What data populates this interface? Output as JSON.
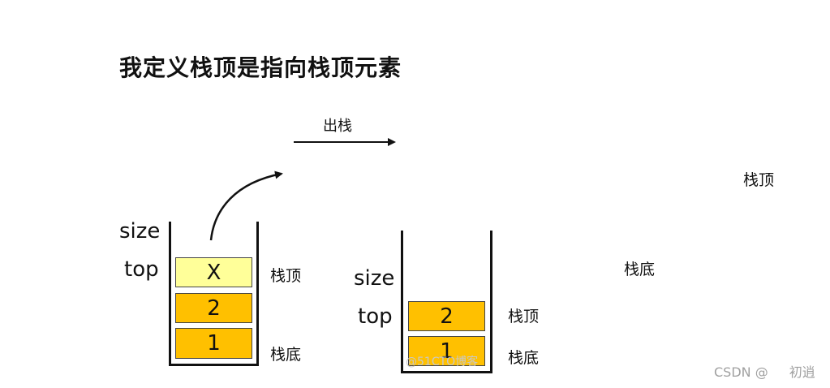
{
  "title": "我定义栈顶是指向栈顶元素",
  "operation_label": "出栈",
  "before": {
    "size_label": "size",
    "top_label": "top",
    "cells": [
      {
        "text": "X",
        "state": "empty"
      },
      {
        "text": "2",
        "state": "filled"
      },
      {
        "text": "1",
        "state": "filled"
      }
    ],
    "top_side_label": "栈顶",
    "bottom_side_label": "栈底"
  },
  "after": {
    "size_label": "size",
    "top_label": "top",
    "cells": [
      {
        "text": "2",
        "state": "filled"
      },
      {
        "text": "1",
        "state": "filled"
      }
    ],
    "top_side_label": "栈顶",
    "bottom_side_label": "栈底"
  },
  "stray_labels": {
    "top": "栈顶",
    "bottom": "栈底"
  },
  "watermark": "@51CTO博客",
  "footer": {
    "source": "CSDN @",
    "author": "初逍"
  },
  "colors": {
    "filled_cell": "#FFC000",
    "empty_cell": "#FFFF99",
    "stroke": "#111111"
  }
}
